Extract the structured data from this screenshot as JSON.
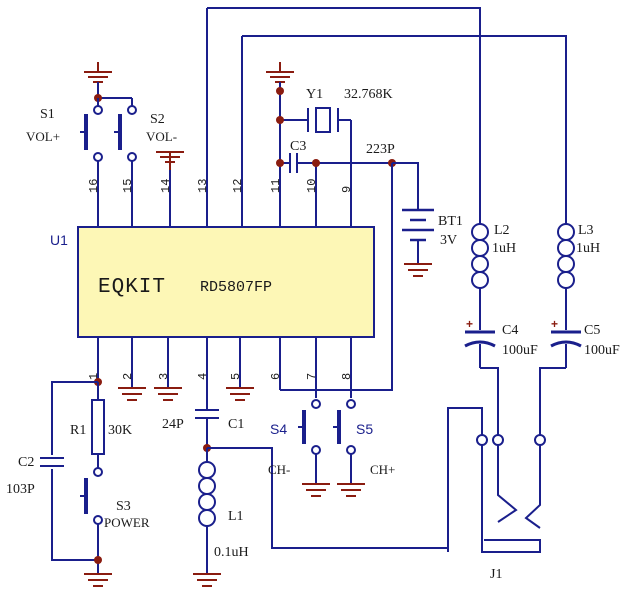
{
  "chip": {
    "ref": "U1",
    "brand": "EQKIT",
    "model": "RD5807FP",
    "top_pins": [
      "16",
      "15",
      "14",
      "13",
      "12",
      "11",
      "10",
      "9"
    ],
    "bottom_pins": [
      "1",
      "2",
      "3",
      "4",
      "5",
      "6",
      "7",
      "8"
    ]
  },
  "switches": {
    "s1_ref": "S1",
    "s1_name": "VOL+",
    "s2_ref": "S2",
    "s2_name": "VOL-",
    "s3_ref": "S3",
    "s3_name": "POWER",
    "s4_ref": "S4",
    "s4_name": "CH-",
    "s5_ref": "S5",
    "s5_name": "CH+"
  },
  "crystal": {
    "ref": "Y1",
    "value": "32.768K"
  },
  "capacitors": {
    "c1_ref": "C1",
    "c1_value": "24P",
    "c2_ref": "C2",
    "c2_value": "103P",
    "c3_ref": "C3",
    "c3_value": "223P",
    "c4_ref": "C4",
    "c4_value": "100uF",
    "c5_ref": "C5",
    "c5_value": "100uF"
  },
  "resistor": {
    "ref": "R1",
    "value": "30K"
  },
  "battery": {
    "ref": "BT1",
    "value": "3V"
  },
  "inductors": {
    "l1_ref": "L1",
    "l1_value": "0.1uH",
    "l2_ref": "L2",
    "l2_value": "1uH",
    "l3_ref": "L3",
    "l3_value": "1uH"
  },
  "jack": {
    "ref": "J1"
  },
  "colors": {
    "wire": "#1a1f8c",
    "ground": "#8a1c10",
    "chip_fill": "#fdf7b6"
  }
}
